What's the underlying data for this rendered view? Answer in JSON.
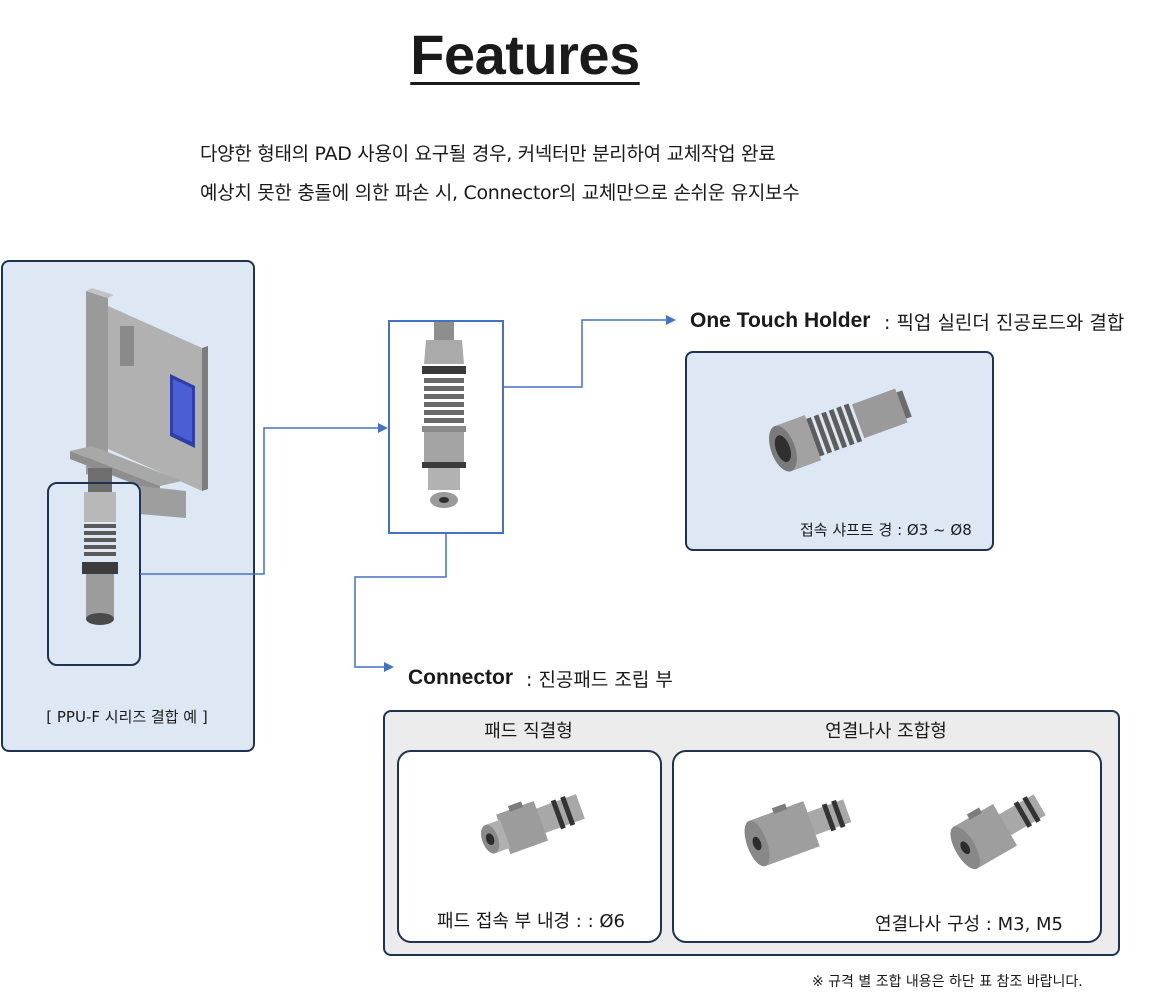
{
  "title": "Features",
  "description": {
    "line1": "다양한 형태의 PAD 사용이 요구될 경우, 커넥터만 분리하여 교체작업 완료",
    "line2": "예상치 못한 충돌에 의한 파손 시, Connector의 교체만으로 손쉬운 유지보수"
  },
  "left_panel": {
    "caption": "[ PPU-F 시리즈 결합 예 ]"
  },
  "one_touch_holder": {
    "name": "One Touch Holder",
    "description": ": 픽업 실린더 진공로드와 결합",
    "spec": "접속 샤프트 경 : Ø3 ~ Ø8"
  },
  "connector": {
    "name": "Connector",
    "description": ": 진공패드 조립 부",
    "groups": [
      {
        "title": "패드 직결형",
        "spec": "패드 접속 부 내경 : : Ø6"
      },
      {
        "title": "연결나사 조합형",
        "spec": "연결나사 구성 : M3, M5"
      }
    ]
  },
  "footnote": "※ 규격 별 조합 내용은 하단 표 참조 바랍니다.",
  "colors": {
    "panel_blue": "#dde8f4",
    "panel_gray": "#ececec",
    "border_navy": "#1f3350",
    "arrow_blue": "#4472c4"
  }
}
